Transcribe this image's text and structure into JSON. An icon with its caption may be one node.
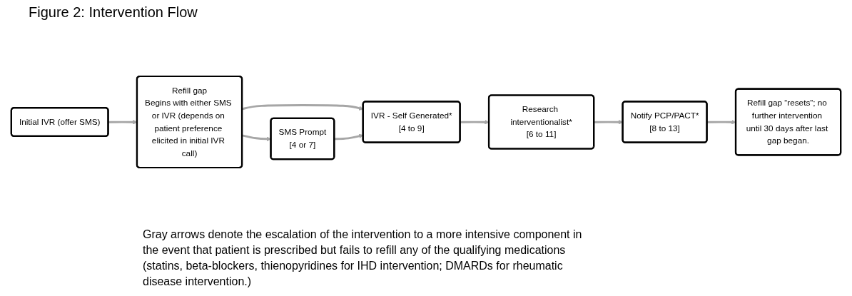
{
  "diagram": {
    "title": "Figure 2: Intervention Flow",
    "nodes": [
      {
        "text": [
          "Initial IVR (offer SMS)"
        ]
      },
      {
        "text": [
          "Refill gap",
          "Begins with either SMS or IVR (depends on patient preference elicited in initial IVR call)"
        ]
      },
      {
        "text": [
          "SMS Prompt",
          "[4 or 7]"
        ]
      },
      {
        "text": [
          "IVR - Self Generated*",
          "[4 to 9]"
        ]
      },
      {
        "text": [
          "Research interventionalist*",
          "[6 to 11]"
        ]
      },
      {
        "text": [
          "Notify PCP/PACT*",
          "[8 to 13]"
        ]
      },
      {
        "text": [
          "Refill gap “resets”; no further intervention until 30 days after last gap began."
        ]
      }
    ],
    "edges": [
      {
        "from": 0,
        "to": 1,
        "arrow": "to"
      },
      {
        "from": 1,
        "to": 3,
        "arrow": "to"
      },
      {
        "from": 1,
        "to": 2,
        "arrow": "to"
      },
      {
        "from": 2,
        "to": 3,
        "arrow": "to"
      },
      {
        "from": 3,
        "to": 4,
        "arrow": "to"
      },
      {
        "from": 4,
        "to": 5,
        "arrow": "to"
      },
      {
        "from": 5,
        "to": 6,
        "arrow": "to"
      }
    ],
    "labels": [
      "Gray arrows denote the escalation of the intervention to a more intensive component in the event that patient is prescribed but fails to refill any of the qualifying medications (statins, beta-blockers, thienopyridines for IHD intervention; DMARDs for rheumatic disease intervention.)"
    ]
  }
}
